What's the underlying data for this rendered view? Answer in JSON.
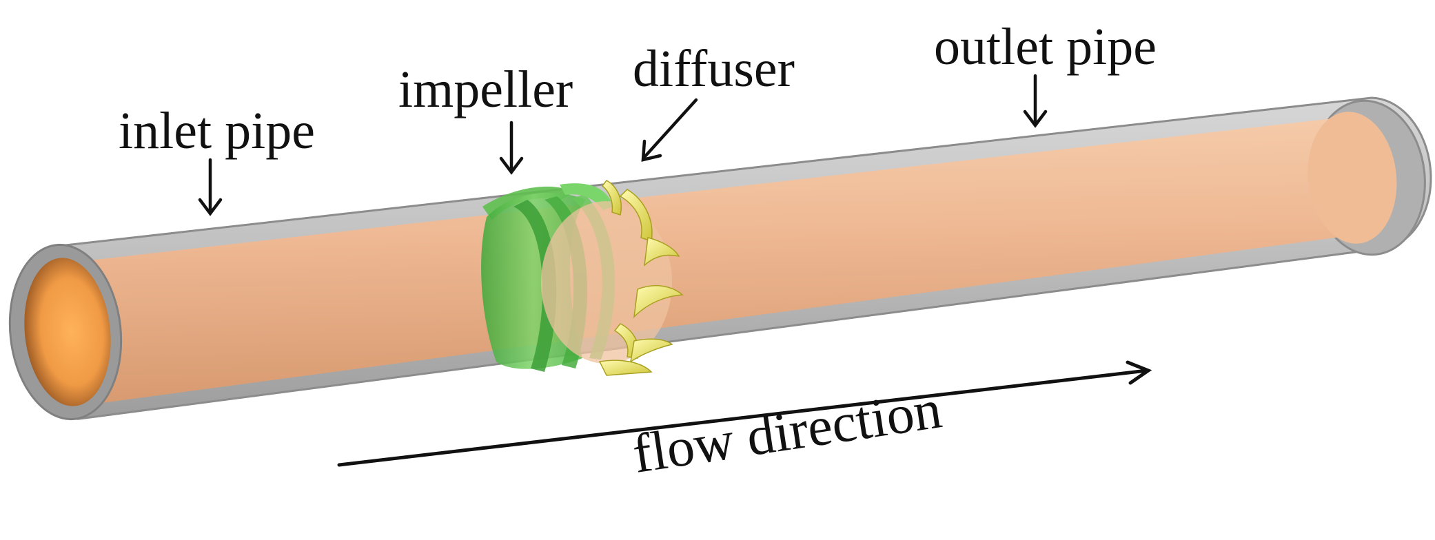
{
  "labels": {
    "inlet": "inlet pipe",
    "impeller": "impeller",
    "diffuser": "diffuser",
    "outlet": "outlet pipe",
    "flow": "flow direction"
  },
  "colors": {
    "pipe_wall": "#9a9a9a",
    "pipe_core": "#e8b48c",
    "pipe_inner": "#f2a55a",
    "impeller": "#6cc45a",
    "diffuser": "#e6e36a",
    "arrow": "#111111"
  }
}
